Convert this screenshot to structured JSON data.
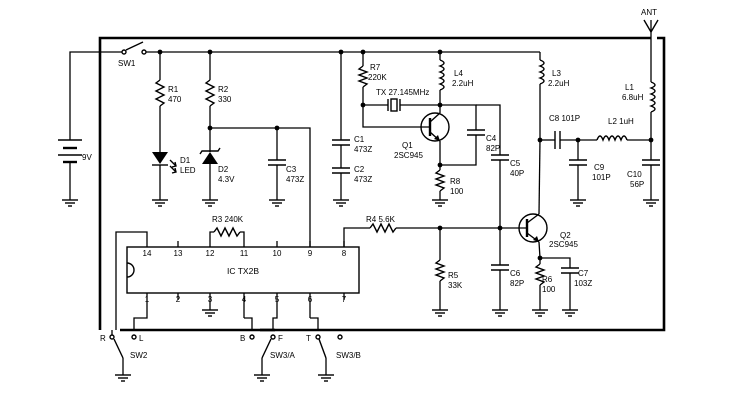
{
  "battery": {
    "value": "9V"
  },
  "switch_sw1": {
    "ref": "SW1"
  },
  "antenna": {
    "label": "ANT"
  },
  "r1": {
    "ref": "R1",
    "value": "470"
  },
  "r2": {
    "ref": "R2",
    "value": "330"
  },
  "r3": {
    "ref": "R3 240K"
  },
  "r4": {
    "ref": "R4 5.6K"
  },
  "r5": {
    "ref": "R5",
    "value": "33K"
  },
  "r6": {
    "ref": "R6",
    "value": "100"
  },
  "r7": {
    "ref": "R7",
    "value": "220K"
  },
  "r8": {
    "ref": "R8",
    "value": "100"
  },
  "d1": {
    "ref": "D1",
    "value": "LED"
  },
  "d2": {
    "ref": "D2",
    "value": "4.3V"
  },
  "c1": {
    "ref": "C1",
    "value": "473Z"
  },
  "c2": {
    "ref": "C2",
    "value": "473Z"
  },
  "c3": {
    "ref": "C3",
    "value": "473Z"
  },
  "c4": {
    "ref": "C4",
    "value": "82P"
  },
  "c5": {
    "ref": "C5",
    "value": "40P"
  },
  "c6": {
    "ref": "C6",
    "value": "82P"
  },
  "c7": {
    "ref": "C7",
    "value": "103Z"
  },
  "c8": {
    "ref": "C8 101P"
  },
  "c9": {
    "ref": "C9",
    "value": "101P"
  },
  "c10": {
    "ref": "C10",
    "value": "56P"
  },
  "l1": {
    "ref": "L1",
    "value": "6.8uH"
  },
  "l2": {
    "ref": "L2 1uH"
  },
  "l3": {
    "ref": "L3",
    "value": "2.2uH"
  },
  "l4": {
    "ref": "L4",
    "value": "2.2uH"
  },
  "crystal": {
    "ref": "TX 27.145MHz"
  },
  "q1": {
    "ref": "Q1",
    "value": "2SC945"
  },
  "q2": {
    "ref": "Q2",
    "value": "2SC945"
  },
  "ic": {
    "name": "IC TX2B",
    "pins_top": [
      "14",
      "13",
      "12",
      "11",
      "10",
      "9",
      "8"
    ],
    "pins_bottom": [
      "1",
      "2",
      "3",
      "4",
      "5",
      "6",
      "7"
    ]
  },
  "sw2": {
    "ref": "SW2",
    "left": "R",
    "right": "L"
  },
  "sw3a": {
    "ref": "SW3/A",
    "left": "B",
    "right": "F"
  },
  "sw3b": {
    "ref": "SW3/B",
    "left": "T"
  }
}
